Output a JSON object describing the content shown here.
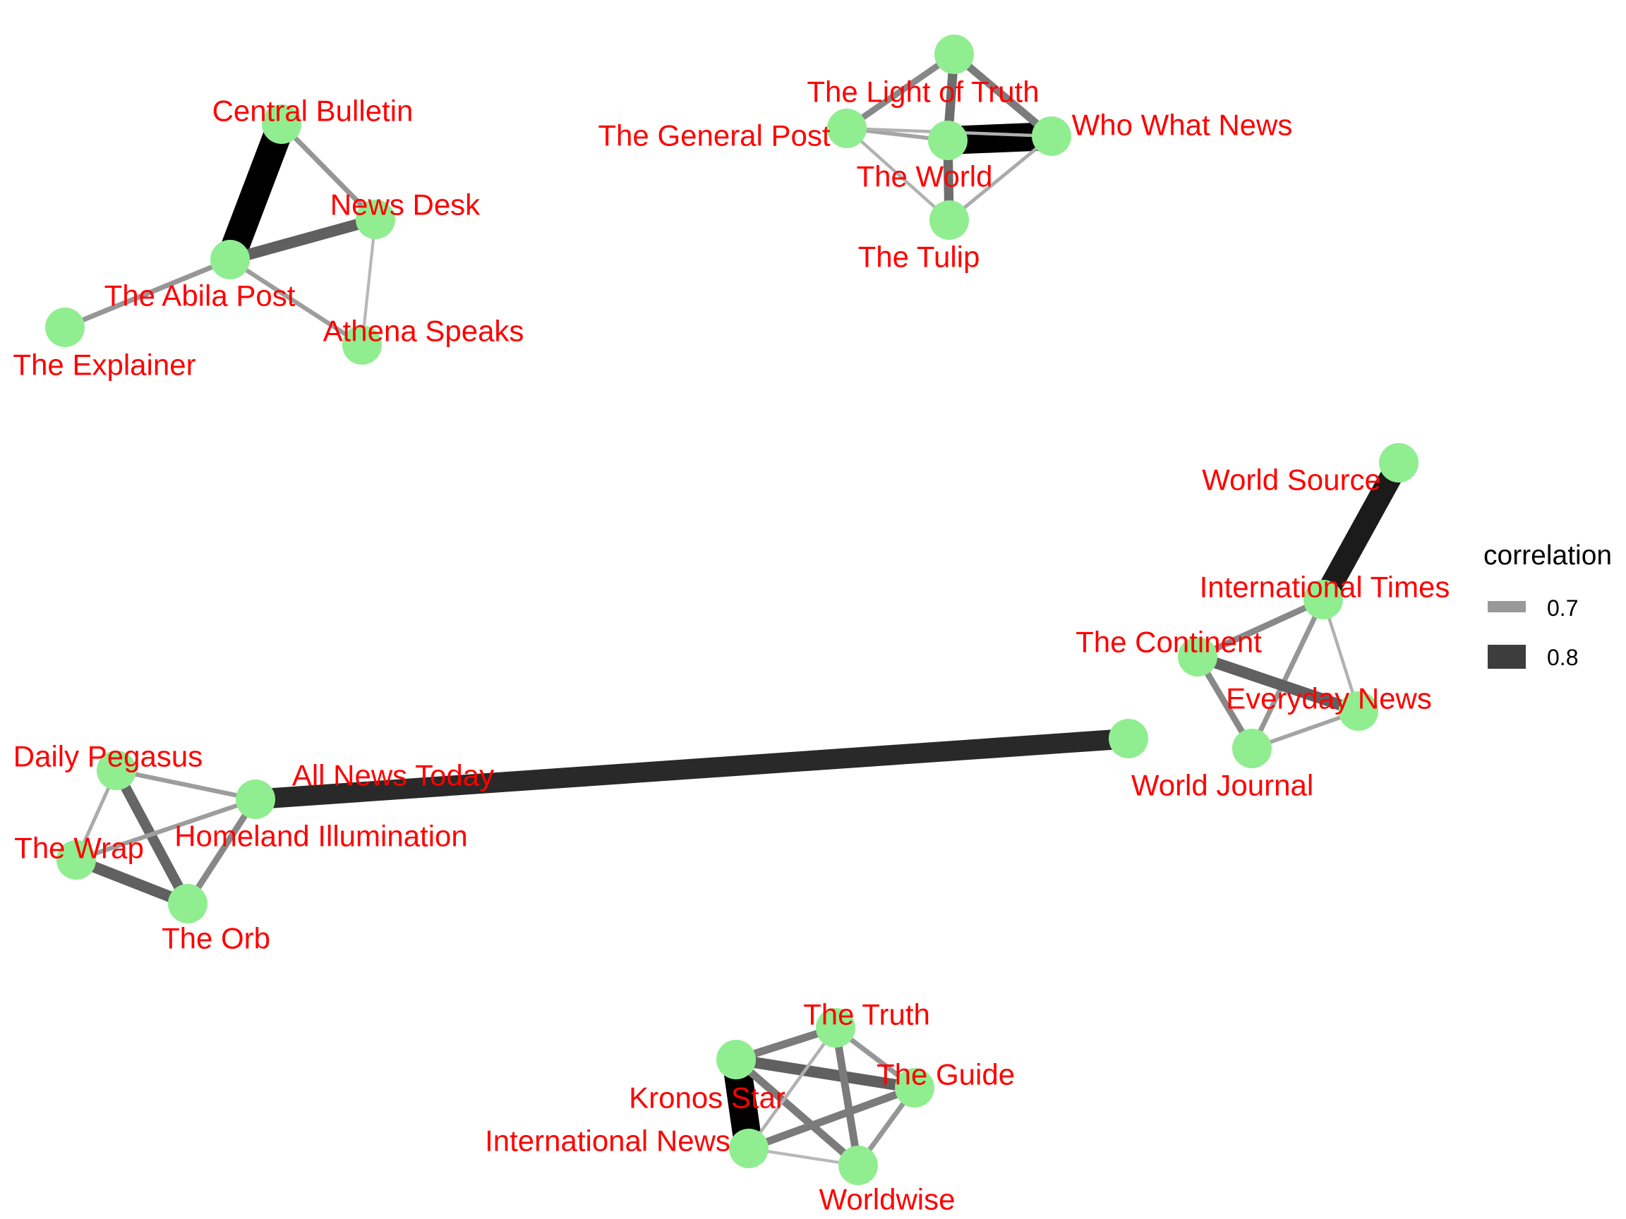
{
  "graph": {
    "node_color": "#90ee90",
    "label_color": "#ff0000",
    "edge_color_low": "#bfbfbf",
    "edge_color_high": "#000000",
    "nodes": [
      {
        "id": "central-bulletin",
        "label": "Central Bulletin"
      },
      {
        "id": "news-desk",
        "label": "News Desk"
      },
      {
        "id": "the-abila-post",
        "label": "The Abila Post"
      },
      {
        "id": "the-explainer",
        "label": "The Explainer"
      },
      {
        "id": "athena-speaks",
        "label": "Athena Speaks"
      },
      {
        "id": "the-light-of-truth",
        "label": "The Light of Truth"
      },
      {
        "id": "the-general-post",
        "label": "The General Post"
      },
      {
        "id": "the-world",
        "label": "The World"
      },
      {
        "id": "who-what-news",
        "label": "Who What News"
      },
      {
        "id": "the-tulip",
        "label": "The Tulip"
      },
      {
        "id": "world-source",
        "label": "World Source"
      },
      {
        "id": "international-times",
        "label": "International Times"
      },
      {
        "id": "the-continent",
        "label": "The Continent"
      },
      {
        "id": "everyday-news",
        "label": "Everyday News"
      },
      {
        "id": "world-journal",
        "label": "World Journal"
      },
      {
        "id": "all-news-today",
        "label": "All News Today"
      },
      {
        "id": "daily-pegasus",
        "label": "Daily Pegasus"
      },
      {
        "id": "homeland-illumination",
        "label": "Homeland Illumination"
      },
      {
        "id": "the-wrap",
        "label": "The Wrap"
      },
      {
        "id": "the-orb",
        "label": "The Orb"
      },
      {
        "id": "the-truth",
        "label": "The Truth"
      },
      {
        "id": "the-guide",
        "label": "The Guide"
      },
      {
        "id": "kronos-star",
        "label": "Kronos Star"
      },
      {
        "id": "international-news",
        "label": "International News"
      },
      {
        "id": "worldwise",
        "label": "Worldwise"
      }
    ],
    "edges": [
      {
        "source": "central-bulletin",
        "target": "the-abila-post",
        "correlation": 0.9
      },
      {
        "source": "central-bulletin",
        "target": "news-desk",
        "correlation": 0.68
      },
      {
        "source": "the-abila-post",
        "target": "news-desk",
        "correlation": 0.76
      },
      {
        "source": "the-abila-post",
        "target": "the-explainer",
        "correlation": 0.68
      },
      {
        "source": "the-abila-post",
        "target": "athena-speaks",
        "correlation": 0.67
      },
      {
        "source": "news-desk",
        "target": "athena-speaks",
        "correlation": 0.63
      },
      {
        "source": "the-world",
        "target": "who-what-news",
        "correlation": 0.9
      },
      {
        "source": "the-general-post",
        "target": "the-light-of-truth",
        "correlation": 0.7
      },
      {
        "source": "the-light-of-truth",
        "target": "the-world",
        "correlation": 0.74
      },
      {
        "source": "the-light-of-truth",
        "target": "who-what-news",
        "correlation": 0.72
      },
      {
        "source": "the-general-post",
        "target": "the-world",
        "correlation": 0.66
      },
      {
        "source": "the-general-post",
        "target": "who-what-news",
        "correlation": 0.64
      },
      {
        "source": "the-general-post",
        "target": "the-tulip",
        "correlation": 0.64
      },
      {
        "source": "the-world",
        "target": "the-tulip",
        "correlation": 0.74
      },
      {
        "source": "who-what-news",
        "target": "the-tulip",
        "correlation": 0.65
      },
      {
        "source": "world-source",
        "target": "international-times",
        "correlation": 0.86
      },
      {
        "source": "international-times",
        "target": "the-continent",
        "correlation": 0.7
      },
      {
        "source": "international-times",
        "target": "world-journal",
        "correlation": 0.68
      },
      {
        "source": "international-times",
        "target": "everyday-news",
        "correlation": 0.64
      },
      {
        "source": "the-continent",
        "target": "everyday-news",
        "correlation": 0.76
      },
      {
        "source": "the-continent",
        "target": "world-journal",
        "correlation": 0.7
      },
      {
        "source": "everyday-news",
        "target": "world-journal",
        "correlation": 0.66
      },
      {
        "source": "homeland-illumination",
        "target": "all-news-today",
        "correlation": 0.84
      },
      {
        "source": "daily-pegasus",
        "target": "homeland-illumination",
        "correlation": 0.67
      },
      {
        "source": "daily-pegasus",
        "target": "the-wrap",
        "correlation": 0.65
      },
      {
        "source": "daily-pegasus",
        "target": "the-orb",
        "correlation": 0.75
      },
      {
        "source": "the-wrap",
        "target": "homeland-illumination",
        "correlation": 0.67
      },
      {
        "source": "the-wrap",
        "target": "the-orb",
        "correlation": 0.76
      },
      {
        "source": "homeland-illumination",
        "target": "the-orb",
        "correlation": 0.7
      },
      {
        "source": "kronos-star",
        "target": "international-news",
        "correlation": 0.9
      },
      {
        "source": "kronos-star",
        "target": "the-truth",
        "correlation": 0.72
      },
      {
        "source": "kronos-star",
        "target": "the-guide",
        "correlation": 0.76
      },
      {
        "source": "kronos-star",
        "target": "worldwise",
        "correlation": 0.72
      },
      {
        "source": "the-truth",
        "target": "the-guide",
        "correlation": 0.68
      },
      {
        "source": "the-truth",
        "target": "international-news",
        "correlation": 0.64
      },
      {
        "source": "the-truth",
        "target": "worldwise",
        "correlation": 0.72
      },
      {
        "source": "the-guide",
        "target": "international-news",
        "correlation": 0.72
      },
      {
        "source": "the-guide",
        "target": "worldwise",
        "correlation": 0.68
      },
      {
        "source": "international-news",
        "target": "worldwise",
        "correlation": 0.63
      }
    ]
  },
  "legend": {
    "title": "correlation",
    "items": [
      {
        "label": "0.7",
        "color": "#999999"
      },
      {
        "label": "0.8",
        "color": "#3d3d3d"
      }
    ]
  }
}
